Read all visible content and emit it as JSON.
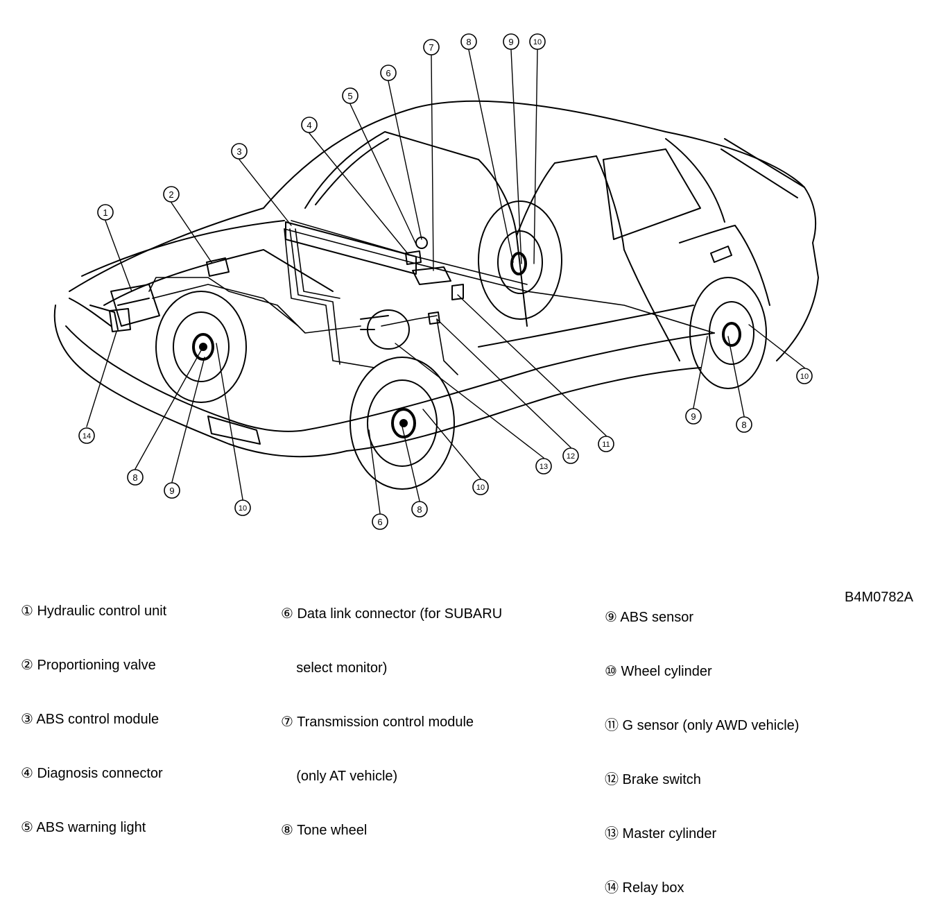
{
  "callout_numbers": {
    "n1": "1",
    "n2": "2",
    "n3": "3",
    "n4": "4",
    "n5": "5",
    "n6": "6",
    "n7": "7",
    "n8": "8",
    "n9": "9",
    "n10": "10",
    "n11": "11",
    "n12": "12",
    "n13": "13",
    "n14": "14"
  },
  "legend": {
    "col1": [
      "① Hydraulic control unit",
      "② Proportioning valve",
      "③ ABS control module",
      "④ Diagnosis connector",
      "⑤ ABS warning light"
    ],
    "col2": [
      "⑥ Data link connector (for SUBARU",
      "    select monitor)",
      "⑦ Transmission control module",
      "    (only AT vehicle)",
      "⑧ Tone wheel"
    ],
    "col3": [
      "⑨ ABS sensor",
      "⑩ Wheel cylinder",
      "⑪ G sensor (only AWD vehicle)",
      "⑫ Brake switch",
      "⑬ Master cylinder",
      "⑭ Relay box"
    ]
  },
  "figure_code": "B4M0782A"
}
